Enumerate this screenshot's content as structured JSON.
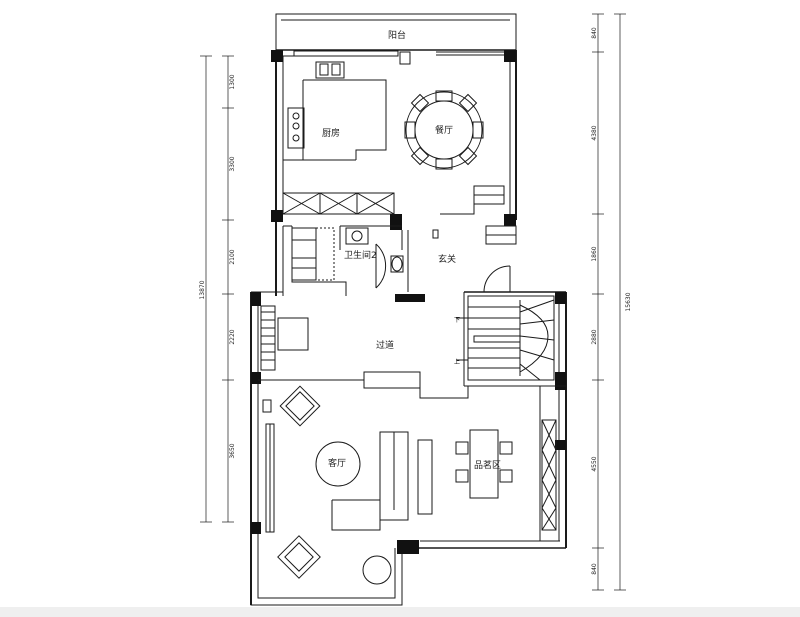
{
  "rooms": {
    "balcony": "阳台",
    "kitchen": "厨房",
    "dining": "餐厅",
    "bathroom2": "卫生间2",
    "foyer": "玄关",
    "corridor": "过道",
    "living": "客厅",
    "tea_area": "品茗区"
  },
  "dimensions": {
    "left": [
      "1300",
      "3300",
      "2100",
      "2220",
      "3650"
    ],
    "left_total": "13870",
    "right": [
      "840",
      "4380",
      "1860",
      "2880",
      "4550",
      "840"
    ],
    "right_total": "15630"
  },
  "stairs": {
    "down": "下",
    "up": "上"
  },
  "colors": {
    "line": "#1a1a1a",
    "wall_fill": "#111111",
    "background": "#ffffff"
  }
}
